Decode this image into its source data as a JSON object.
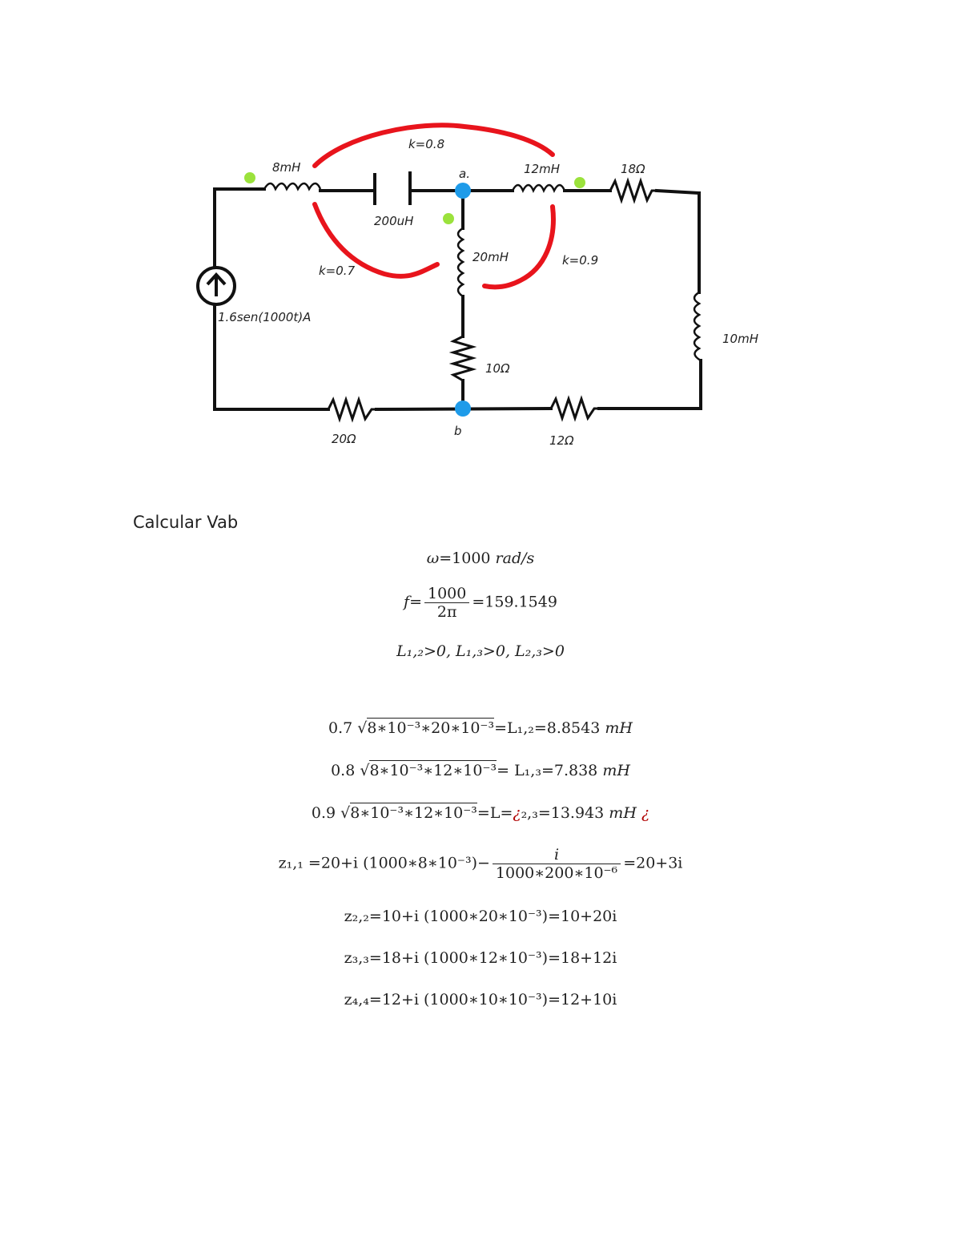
{
  "circuit": {
    "labels": {
      "L1": "8mH",
      "C": "200uH",
      "node_a": "a.",
      "L3": "12mH",
      "R3": "18",
      "L2": "20mH",
      "k12": "k=0.7",
      "k13": "k=0.8",
      "k23": "k=0.9",
      "source": "1.6sen(1000t)A",
      "R2": "10",
      "L4": "10mH",
      "R1": "20",
      "node_b": "b",
      "R4": "12",
      "ohm": "Ω"
    },
    "colors": {
      "wire": "#111111",
      "coupling": "#e8141c",
      "node": "#1e9be9",
      "dot": "#9be23c"
    }
  },
  "document": {
    "heading": "Calcular Vab",
    "eq_omega_lhs": "ω",
    "eq_omega_rhs": "=1000",
    "eq_omega_unit": "rad/s",
    "eq_f_lhs": "f=",
    "eq_f_num": "1000",
    "eq_f_den": "2π",
    "eq_f_rhs": "=159.1549",
    "eq_sign": "L₁,₂>0, L₁,₃>0, L₂,₃>0",
    "eq_m12_coef": "0.7",
    "eq_m12_root": "8∗10⁻³∗20∗10⁻³",
    "eq_m12_rhs": "=L₁,₂=8.8543",
    "eq_m13_coef": "0.8",
    "eq_m13_root": "8∗10⁻³∗12∗10⁻³",
    "eq_m13_rhs": "= L₁,₃=7.838",
    "eq_m23_coef": "0.9",
    "eq_m23_root": "8∗10⁻³∗12∗10⁻³",
    "eq_m23_mid": "=L=",
    "eq_m23_err": "¿",
    "eq_m23_rhs": "₂,₃=13.943",
    "unit_mH": "mH",
    "eq_z11_lhs": "z₁,₁ =20+i (1000∗8∗10⁻³)−",
    "eq_z11_num": "i",
    "eq_z11_den": "1000∗200∗10⁻⁶",
    "eq_z11_rhs": "=20+3i",
    "eq_z22": "z₂,₂=10+i (1000∗20∗10⁻³)=10+20i",
    "eq_z33": "z₃,₃=18+i (1000∗12∗10⁻³)=18+12i",
    "eq_z44": "z₄,₄=12+i (1000∗10∗10⁻³)=12+10i"
  }
}
